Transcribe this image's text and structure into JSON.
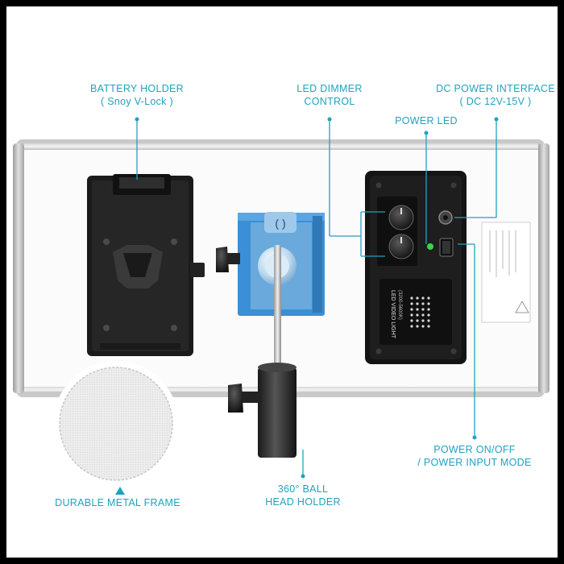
{
  "labels": {
    "battery_holder": {
      "line1": "BATTERY HOLDER",
      "line2": "( Snoy V-Lock )"
    },
    "led_dimmer": {
      "line1": "LED DIMMER",
      "line2": "CONTROL"
    },
    "dc_power": {
      "line1": "DC POWER INTERFACE",
      "line2": "( DC 12V-15V )"
    },
    "power_led": {
      "line1": "POWER LED"
    },
    "power_onoff": {
      "line1": "POWER ON/OFF",
      "line2": "/ POWER INPUT MODE"
    },
    "metal_frame": {
      "line1": "DURABLE METAL FRAME"
    },
    "ball_head": {
      "line1": "360° BALL",
      "line2": "HEAD HOLDER"
    }
  },
  "device_text": {
    "panel_title": "LED VIDEO LIGHT",
    "panel_sub": "(3200-5600K)"
  },
  "colors": {
    "accent": "#1fa3bf",
    "frame": "#000000",
    "mount_blue": "#3b8fd6"
  }
}
